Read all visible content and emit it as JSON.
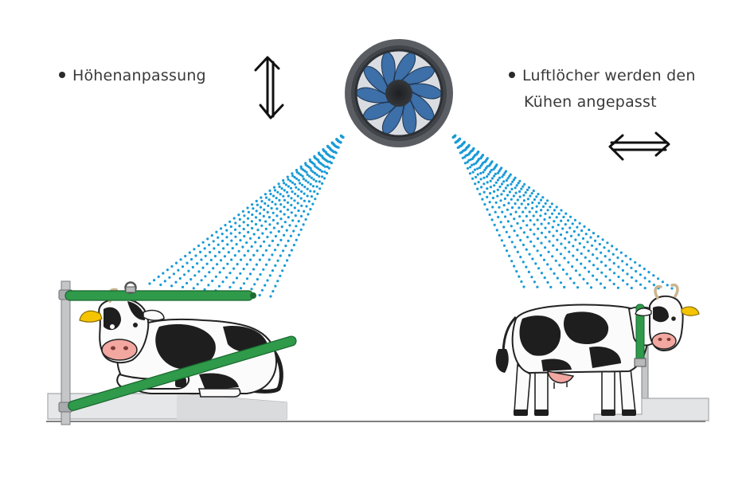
{
  "labels": {
    "height_adjustment": "Höhenanpassung",
    "air_holes_line1": "Luftlöcher werden den",
    "air_holes_line2": "Kühen angepasst"
  },
  "colors": {
    "air_dots": "#1a9bd6",
    "rail_green": "#2f9a4a",
    "fan_blade": "#3d6fa8",
    "fan_frame": "#4a4d52",
    "text": "#3a3a3a"
  },
  "icons": {
    "vertical_arrow": "double-headed-vertical-arrow",
    "horizontal_arrow": "double-headed-horizontal-arrow",
    "fan": "ventilation-fan",
    "cow_lying": "lying-cow-in-stall",
    "cow_standing": "standing-cow-at-feed-rail"
  }
}
